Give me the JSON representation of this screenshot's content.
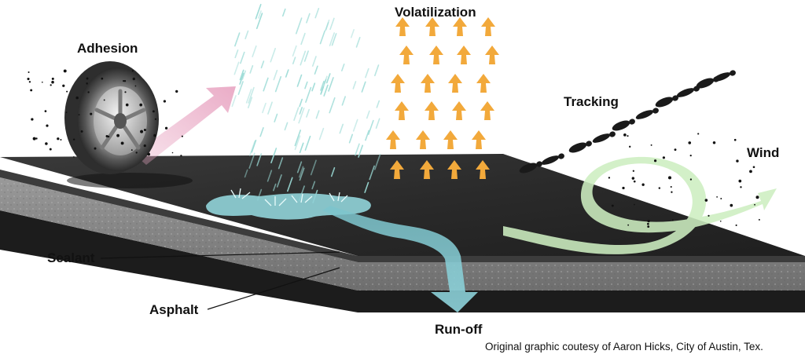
{
  "labels": {
    "adhesion": "Adhesion",
    "volatilization": "Volatilization",
    "tracking": "Tracking",
    "wind": "Wind",
    "sealant": "Sealant",
    "asphalt": "Asphalt",
    "runoff": "Run-off"
  },
  "credit": "Original graphic coutesy of Aaron Hicks, City of Austin, Tex.",
  "colors": {
    "pavement_top": "#2b2b2b",
    "asphalt_layer": "#8a8a8a",
    "water": "#8fd0d6",
    "volatilization_arrows": "#f2a93b",
    "adhesion_arrow": "#e7a9c6",
    "wind_arrow": "#cdeec0",
    "rain": "#9bdbd6"
  },
  "icons": [
    "tire-icon",
    "footprint-icon",
    "up-arrow-icon",
    "raindrop-icon"
  ]
}
